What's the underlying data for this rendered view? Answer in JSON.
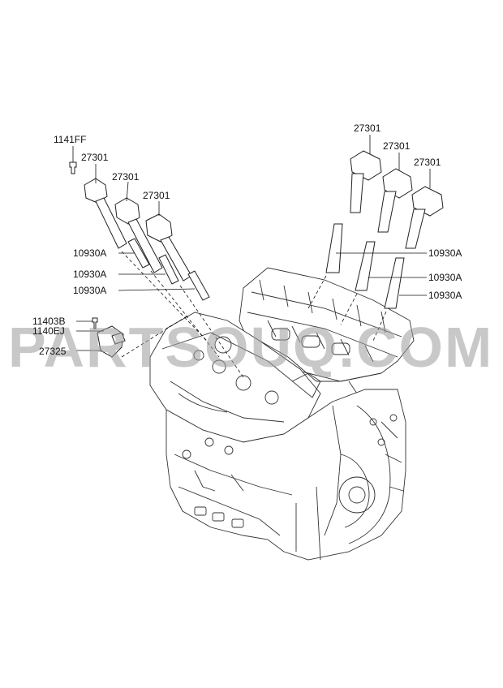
{
  "watermark": "PARTSOUQ.COM",
  "callouts": {
    "bolt_top": "1141FF",
    "coil_left_1": "27301",
    "coil_left_2": "27301",
    "coil_left_3": "27301",
    "coil_right_1": "27301",
    "coil_right_2": "27301",
    "coil_right_3": "27301",
    "plug_left_1": "10930A",
    "plug_left_2": "10930A",
    "plug_left_3": "10930A",
    "plug_right_1": "10930A",
    "plug_right_2": "10930A",
    "plug_right_3": "10930A",
    "bolt_sensor_a": "11403B",
    "bolt_sensor_b": "1140EJ",
    "sensor": "27325"
  }
}
